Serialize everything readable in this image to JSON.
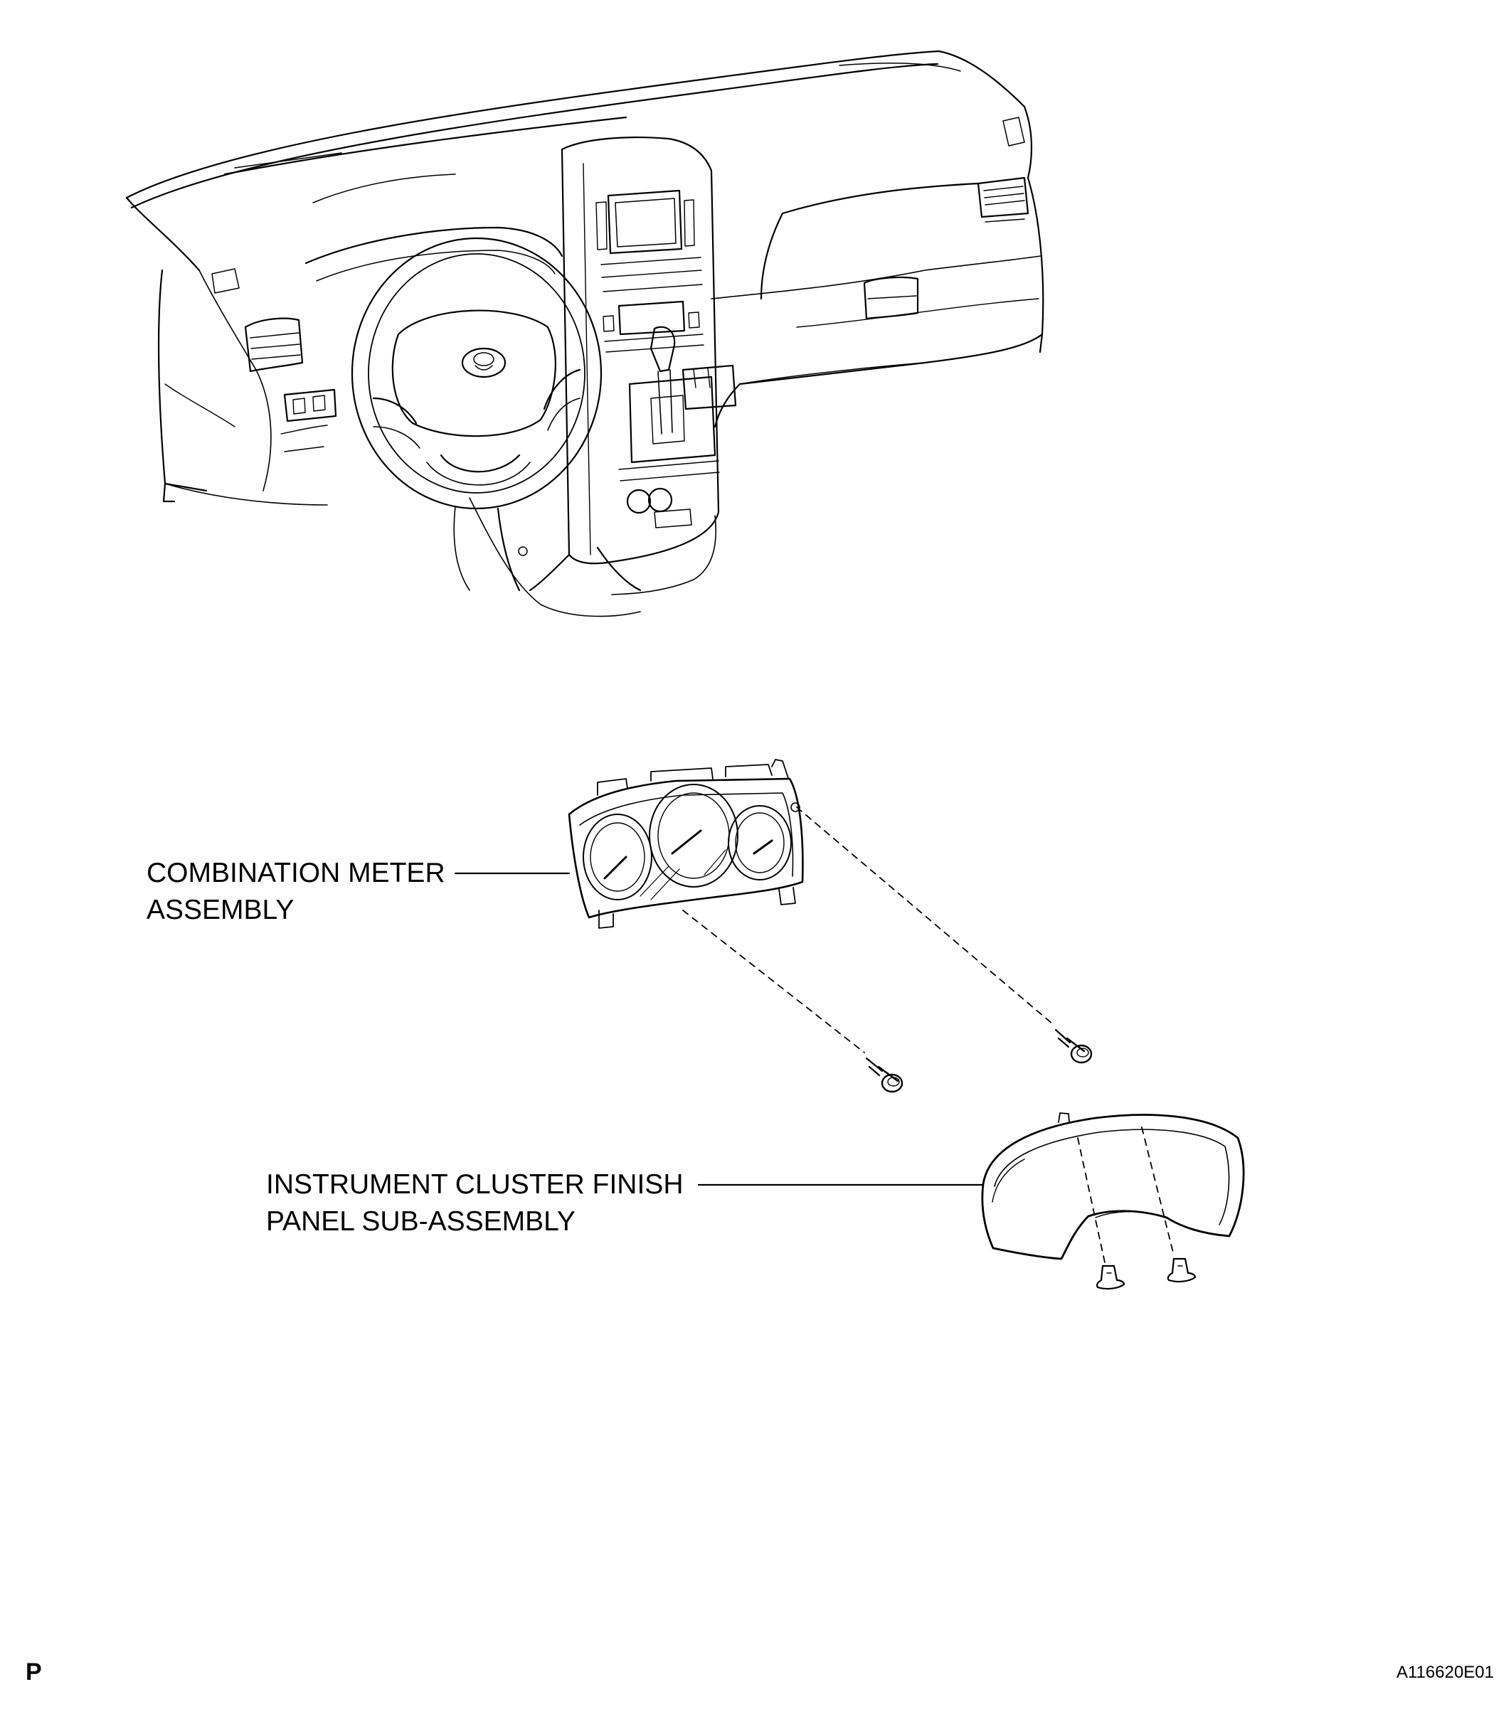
{
  "labels": {
    "combination_meter": [
      "COMBINATION METER",
      "ASSEMBLY"
    ],
    "cluster_finish_panel": [
      "INSTRUMENT CLUSTER FINISH",
      "PANEL SUB-ASSEMBLY"
    ]
  },
  "page_marker": "P",
  "figure_id": "A116620E01",
  "colors": {
    "ink": "#000000",
    "background": "#ffffff"
  },
  "parts": [
    {
      "name": "instrument-panel",
      "icon": "dashboard-outline"
    },
    {
      "name": "combination-meter-assembly",
      "icon": "gauge-cluster"
    },
    {
      "name": "instrument-cluster-finish-panel",
      "icon": "cluster-bezel"
    },
    {
      "name": "screw",
      "count": 2,
      "icon": "screw"
    },
    {
      "name": "clip",
      "count": 2,
      "icon": "clip"
    }
  ]
}
